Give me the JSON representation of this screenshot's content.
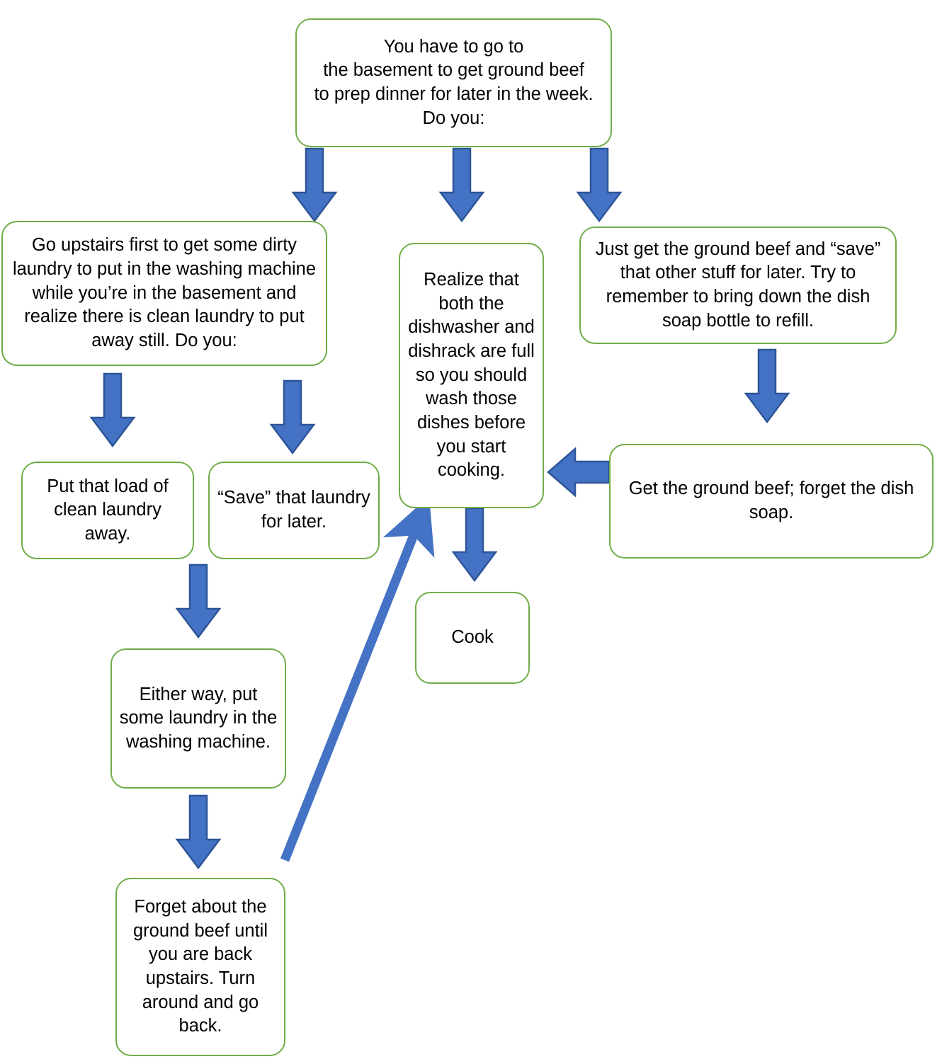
{
  "diagram": {
    "title": "Ground beef errand decision flowchart",
    "colors": {
      "node_border": "#70AD47",
      "node_fill": "#FFFFFF",
      "arrow_fill": "#4472C4",
      "arrow_stroke": "#2E5597",
      "text": "#000000"
    },
    "nodes": [
      {
        "id": "start",
        "name": "start-node",
        "text": "You have to go to\nthe basement to get ground beef\nto prep dinner for later in the week.\nDo you:"
      },
      {
        "id": "upstairs",
        "name": "go-upstairs-node",
        "text": "Go upstairs first to get some dirty laundry to put in the washing machine while you’re in the basement and realize there is clean laundry to put away still. Do you:"
      },
      {
        "id": "realize",
        "name": "realize-dishes-node",
        "text": "Realize that both the dishwasher and dishrack are full so you should wash those dishes before you start cooking."
      },
      {
        "id": "justget",
        "name": "just-get-beef-node",
        "text": "Just get the ground beef and “save” that other stuff for later. Try to remember to bring down the dish soap bottle to refill."
      },
      {
        "id": "putaway",
        "name": "put-laundry-away-node",
        "text": "Put that load of clean laundry away."
      },
      {
        "id": "savelaundry",
        "name": "save-laundry-node",
        "text": "“Save” that laundry for later."
      },
      {
        "id": "getbeef",
        "name": "get-beef-forget-soap-node",
        "text": "Get the ground beef; forget the dish soap."
      },
      {
        "id": "cook",
        "name": "cook-node",
        "text": "Cook"
      },
      {
        "id": "eitherway",
        "name": "either-way-laundry-node",
        "text": "Either way, put some laundry in the washing machine."
      },
      {
        "id": "forget",
        "name": "forget-ground-beef-node",
        "text": "Forget about the ground beef until you are back upstairs. Turn around and go back."
      }
    ],
    "edges": [
      {
        "name": "arrow-start-to-upstairs",
        "from": "start",
        "to": "upstairs",
        "direction": "down"
      },
      {
        "name": "arrow-start-to-realize",
        "from": "start",
        "to": "realize",
        "direction": "down"
      },
      {
        "name": "arrow-start-to-justget",
        "from": "start",
        "to": "justget",
        "direction": "down"
      },
      {
        "name": "arrow-upstairs-to-putaway",
        "from": "upstairs",
        "to": "putaway",
        "direction": "down"
      },
      {
        "name": "arrow-upstairs-to-save",
        "from": "upstairs",
        "to": "savelaundry",
        "direction": "down"
      },
      {
        "name": "arrow-justget-to-getbeef",
        "from": "justget",
        "to": "getbeef",
        "direction": "down"
      },
      {
        "name": "arrow-getbeef-to-realize",
        "from": "getbeef",
        "to": "realize",
        "direction": "left"
      },
      {
        "name": "arrow-realize-to-cook",
        "from": "realize",
        "to": "cook",
        "direction": "down"
      },
      {
        "name": "arrow-putaway-to-eitherway",
        "from": "putaway",
        "to": "eitherway",
        "direction": "down"
      },
      {
        "name": "arrow-eitherway-to-forget",
        "from": "eitherway",
        "to": "forget",
        "direction": "down"
      },
      {
        "name": "arrow-forget-to-realize",
        "from": "forget",
        "to": "realize",
        "direction": "diagonal-up-right"
      }
    ]
  }
}
